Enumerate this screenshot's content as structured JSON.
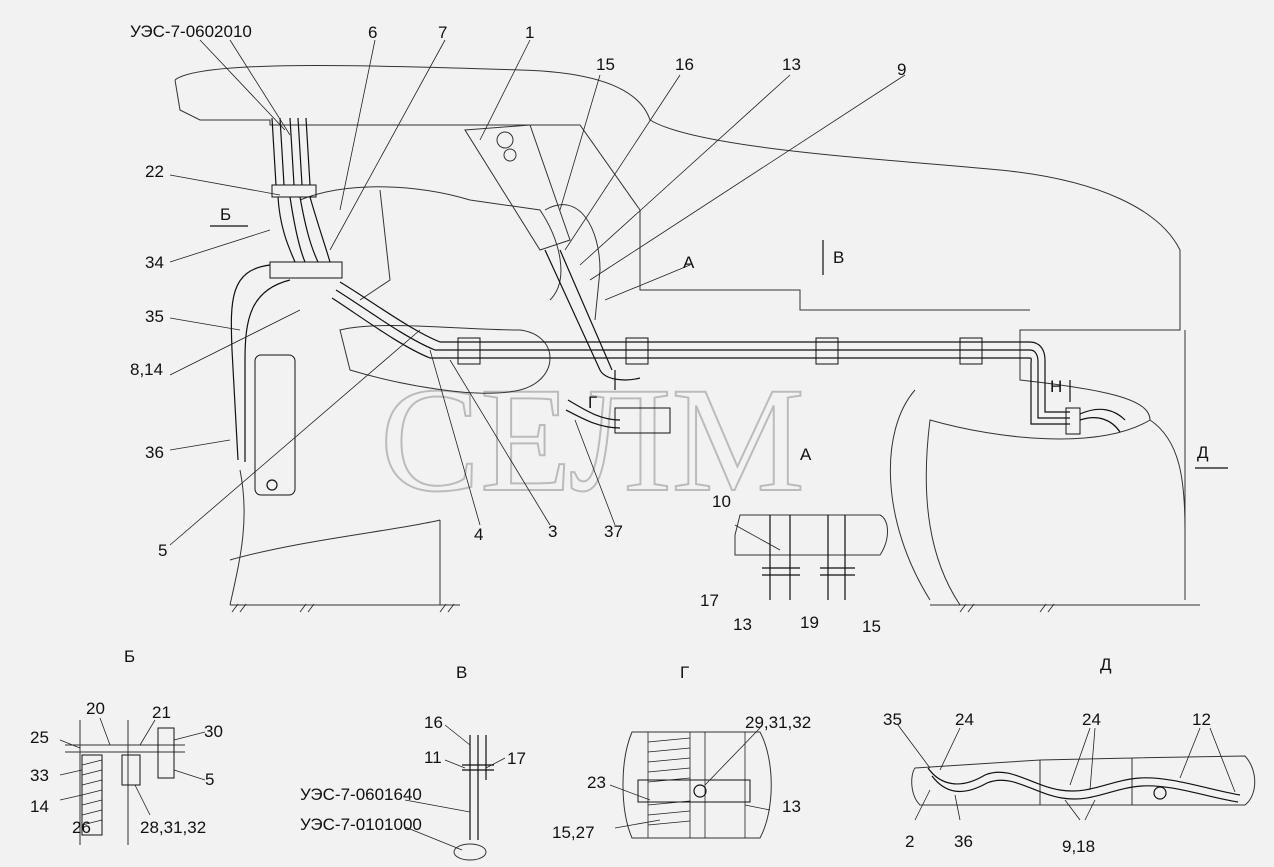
{
  "labels": {
    "code_0602010": "УЭС-7-0602010",
    "n1": "1",
    "n6": "6",
    "n7": "7",
    "n15": "15",
    "n16": "16",
    "n13": "13",
    "n9": "9",
    "n22": "22",
    "b_arrow": "Б",
    "n34": "34",
    "a_top": "А",
    "v_arrow": "В",
    "n35": "35",
    "n8_14": "8,14",
    "h_label": "Н",
    "g_arrow": "Г",
    "n36": "36",
    "a_mid": "А",
    "d_arrow": "Д",
    "n5": "5",
    "n4": "4",
    "n3": "3",
    "n37": "37",
    "n10": "10",
    "n17": "17",
    "n13b": "13",
    "n19": "19",
    "n15b": "15"
  },
  "views": {
    "b": {
      "title": "Б",
      "n20": "20",
      "n21": "21",
      "n25": "25",
      "n30": "30",
      "n33": "33",
      "n5": "5",
      "n14": "14",
      "n26": "26",
      "n28_31_32": "28,31,32"
    },
    "v": {
      "title": "В",
      "n16": "16",
      "n11": "11",
      "n17": "17",
      "code_0601640": "УЭС-7-0601640",
      "code_0101000": "УЭС-7-0101000"
    },
    "g": {
      "title": "Г",
      "n29_31_32": "29,31,32",
      "n23": "23",
      "n13": "13",
      "n15_27": "15,27"
    },
    "d": {
      "title": "Д",
      "n35": "35",
      "n24a": "24",
      "n24b": "24",
      "n12": "12",
      "n2": "2",
      "n36": "36",
      "n9_18": "9,18"
    }
  },
  "watermark": "СЕЛМ",
  "colors": {
    "line": "#111111",
    "background": "#f2f2f2",
    "watermark": "#bbbbbb"
  }
}
